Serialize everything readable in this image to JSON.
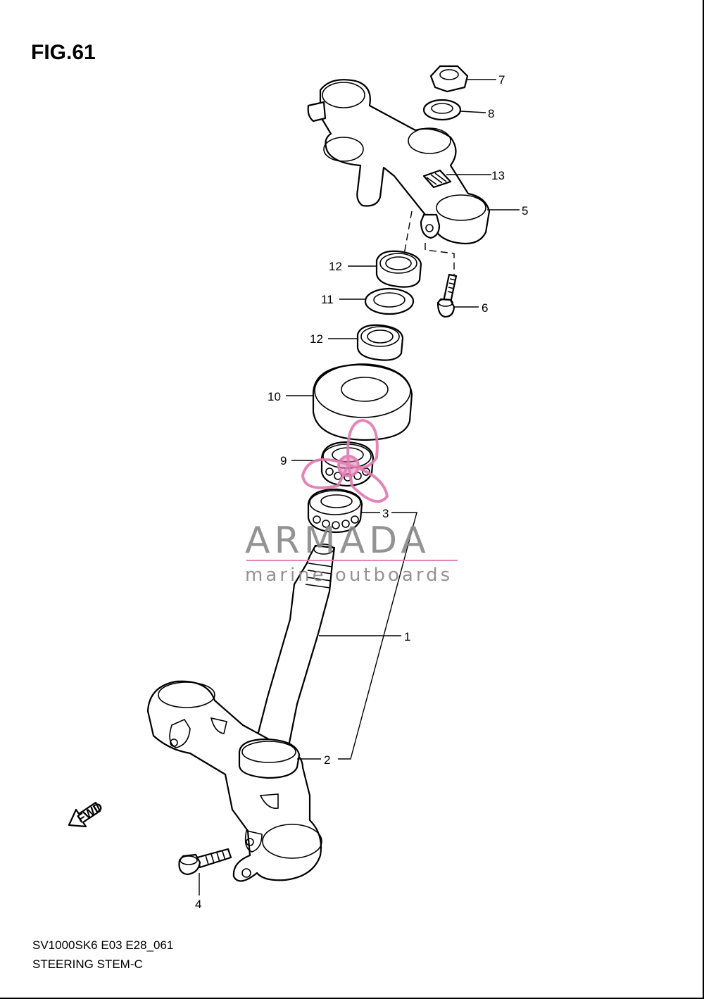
{
  "figure": {
    "title": "FIG.61",
    "code": "SV1000SK6 E03 E28_061",
    "name": "STEERING STEM-C"
  },
  "callouts": [
    {
      "id": "1",
      "label": "1"
    },
    {
      "id": "2",
      "label": "2"
    },
    {
      "id": "3",
      "label": "3"
    },
    {
      "id": "4",
      "label": "4"
    },
    {
      "id": "5",
      "label": "5"
    },
    {
      "id": "6",
      "label": "6"
    },
    {
      "id": "7",
      "label": "7"
    },
    {
      "id": "8",
      "label": "8"
    },
    {
      "id": "9",
      "label": "9"
    },
    {
      "id": "10",
      "label": "10"
    },
    {
      "id": "11",
      "label": "11"
    },
    {
      "id": "12a",
      "label": "12"
    },
    {
      "id": "12b",
      "label": "12"
    },
    {
      "id": "13",
      "label": "13"
    }
  ],
  "fwd_label": "FWD",
  "watermark": {
    "brand": "ARMADA",
    "tagline": "marine outboards",
    "colors": {
      "text": "#888888",
      "logo": "#e07ab0"
    }
  }
}
